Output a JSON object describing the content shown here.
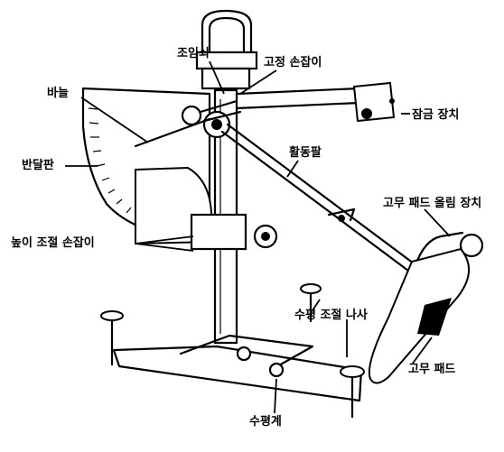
{
  "labels": {
    "knob_lock": "조임쇠",
    "fixed_handle": "고정 손잡이",
    "needle": "바늘",
    "latch": "잠금 장치",
    "protractor": "반달판",
    "swing_arm": "활동팔",
    "rubber_pad_lift": "고무 패드 올림 장치",
    "height_handle": "높이 조절 손잡이",
    "leveling_screw": "수평 조절 나사",
    "rubber_pad": "고무 패드",
    "level": "수평계"
  }
}
